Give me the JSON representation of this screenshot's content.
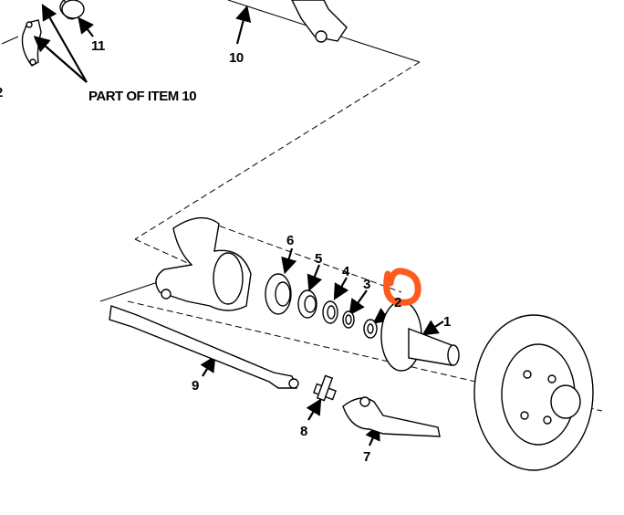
{
  "diagram": {
    "callouts": {
      "item11": "11",
      "item10": "10",
      "item12": "2",
      "part_of": "PART OF ITEM 10",
      "item6": "6",
      "item5": "5",
      "item4": "4",
      "item3": "3",
      "item2": "2",
      "item1": "1",
      "item9": "9",
      "item8": "8",
      "item7": "7"
    },
    "annotation_color": "#ff5a1f"
  }
}
